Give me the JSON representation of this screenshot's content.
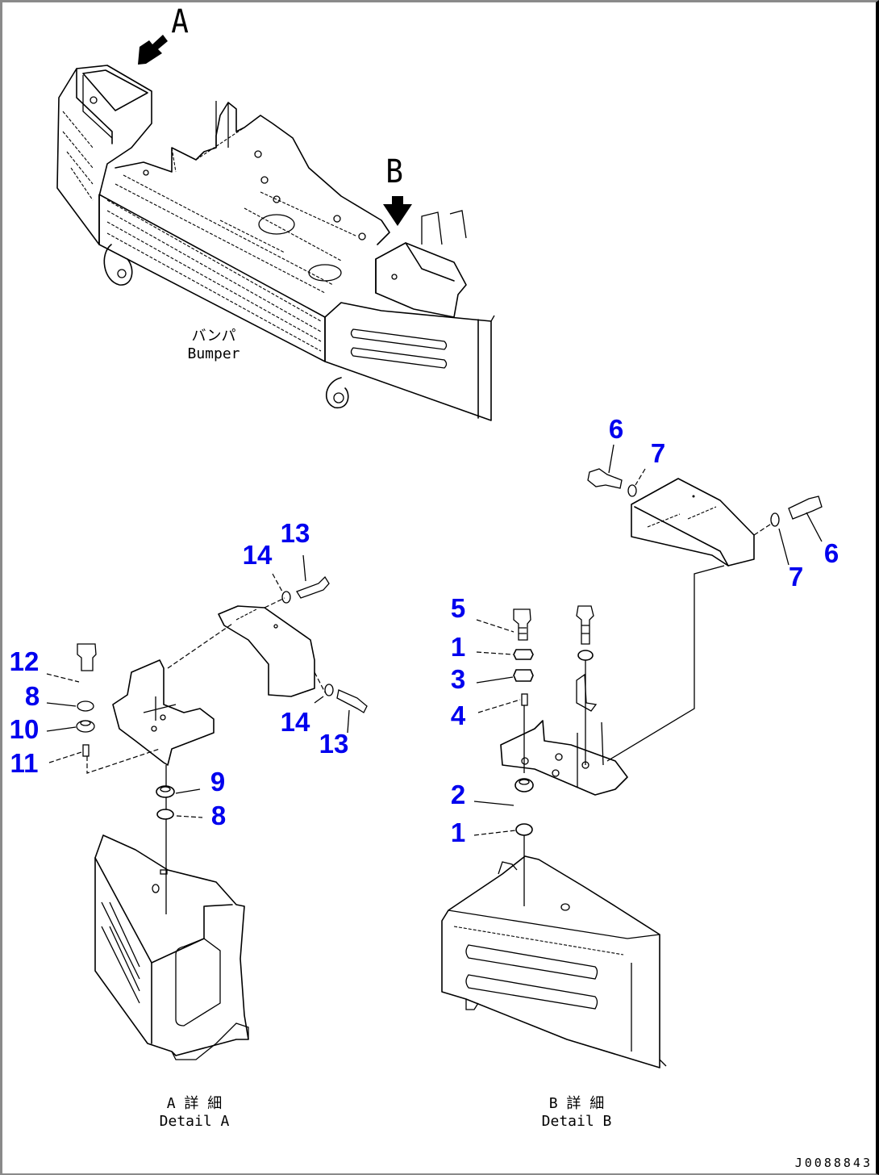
{
  "view_markers": [
    {
      "id": "view-a",
      "letter": "A"
    },
    {
      "id": "view-b",
      "letter": "B"
    }
  ],
  "main_assembly": {
    "label_jp": "バンパ",
    "label_en": "Bumper"
  },
  "details": [
    {
      "id": "detail-a",
      "label_jp": "A 詳 細",
      "label_en": "Detail A"
    },
    {
      "id": "detail-b",
      "label_jp": "B 詳 細",
      "label_en": "Detail B"
    }
  ],
  "callouts": {
    "detail_a": [
      "14",
      "13",
      "12",
      "8",
      "10",
      "11",
      "14",
      "13",
      "9",
      "8"
    ],
    "detail_b": [
      "6",
      "7",
      "7",
      "6",
      "5",
      "1",
      "3",
      "4",
      "2",
      "1"
    ]
  },
  "document_id": "J0088843",
  "colors": {
    "callout": "#0000ee",
    "line": "#000000",
    "border_light": "#8a8a8a"
  }
}
